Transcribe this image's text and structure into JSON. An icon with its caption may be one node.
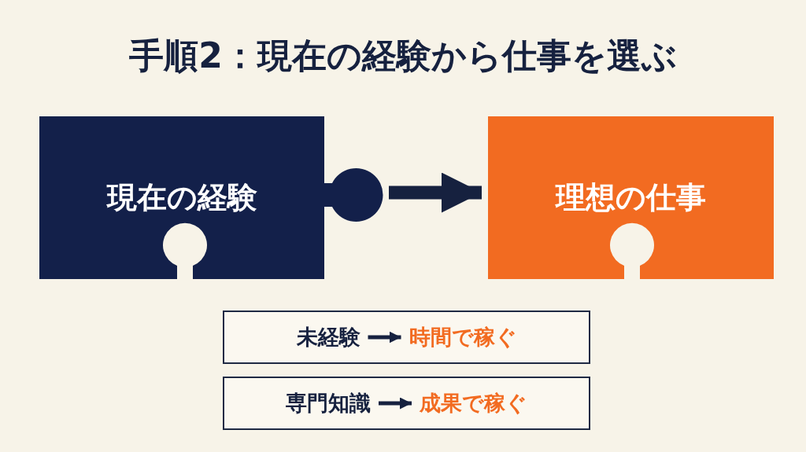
{
  "diagram": {
    "title": "手順2：現在の経験から仕事を選ぶ",
    "nodes": [
      {
        "text": [
          "現在の経験"
        ]
      },
      {
        "text": [
          "理想の仕事"
        ]
      },
      {
        "text": [],
        "shape": "box"
      },
      {
        "text": [
          "未経験"
        ],
        "in": 2
      },
      {
        "text": [
          "時間で稼ぐ"
        ],
        "in": 2
      },
      {
        "text": [],
        "shape": "box"
      },
      {
        "text": [
          "専門知識"
        ],
        "in": 5
      },
      {
        "text": [
          "成果で稼ぐ"
        ],
        "in": 5
      }
    ],
    "edges": [
      {
        "from": 0,
        "to": 1,
        "arrow": "to",
        "style": "thick"
      },
      {
        "from": 3,
        "to": 4,
        "arrow": "to"
      },
      {
        "from": 6,
        "to": 7,
        "arrow": "to"
      }
    ]
  }
}
